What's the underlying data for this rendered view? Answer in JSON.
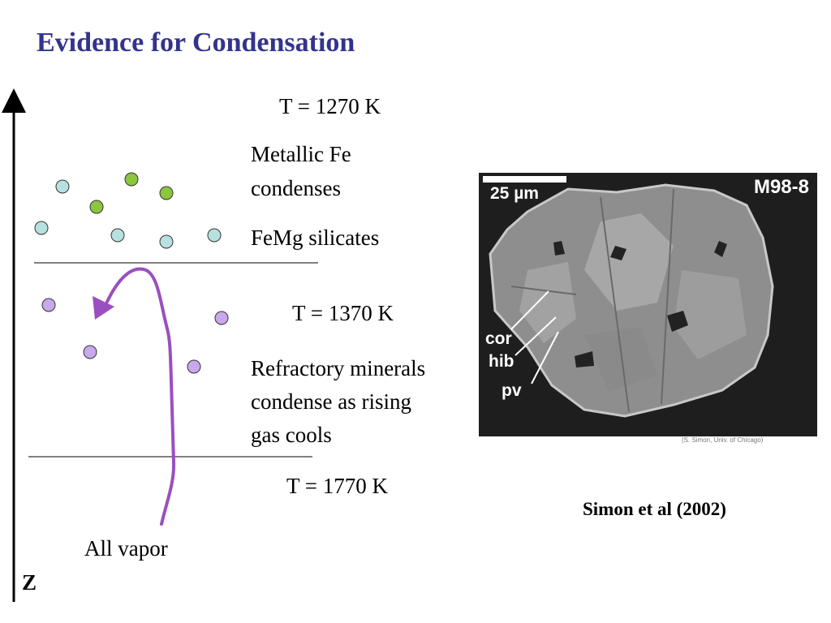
{
  "slide": {
    "title": "Evidence for Condensation",
    "axis_label": "Z",
    "citation": "Simon et al (2002)"
  },
  "diagram": {
    "temp_top": "T = 1270 K",
    "metal_label": [
      "Metallic Fe",
      "condenses"
    ],
    "silicate_label": "FeMg silicates",
    "temp_middle": "T = 1370 K",
    "refractory_label": [
      "Refractory minerals",
      "condense as rising",
      "gas cools"
    ],
    "temp_bottom": "T = 1770 K",
    "vapor_label": "All vapor",
    "colors": {
      "silicate_particle": "#b7e1e1",
      "metal_particle": "#8cc63f",
      "refractory_particle": "#c9a8ec",
      "arrow": "#9a4fc0",
      "title": "#33338f"
    }
  },
  "micrograph": {
    "sample_id": "M98-8",
    "scale_label": "25 µm",
    "annotations": [
      "cor",
      "hib",
      "pv"
    ],
    "credit": "(S. Simon, Univ. of Chicago)"
  }
}
